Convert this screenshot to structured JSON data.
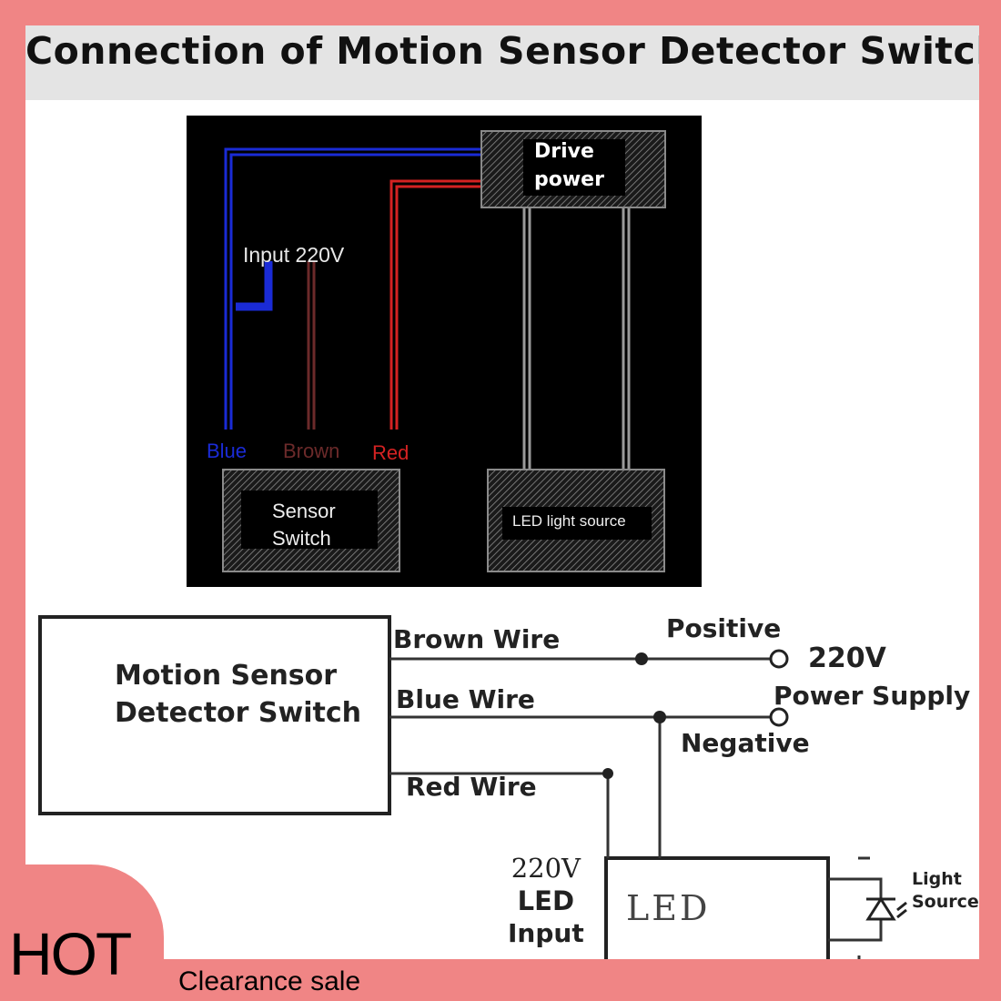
{
  "title": "Connection of Motion Sensor Detector Switch",
  "top_diagram": {
    "drive_power": [
      "Drive",
      "power"
    ],
    "input_label": "Input 220V",
    "wire_labels": {
      "blue": "Blue",
      "brown": "Brown",
      "red": "Red"
    },
    "sensor_switch": [
      "Sensor",
      "Switch"
    ],
    "led_source": "LED light source",
    "colors": {
      "blue": "#1a2bd6",
      "brown": "#6b2a2a",
      "red": "#d42222",
      "grey": "#9a9a9a"
    }
  },
  "schematic": {
    "box_label": [
      "Motion Sensor",
      "Detector Switch"
    ],
    "brown_wire": "Brown Wire",
    "blue_wire": "Blue Wire",
    "red_wire": "Red Wire",
    "positive": "Positive",
    "voltage": "220V",
    "power_supply": "Power Supply",
    "negative": "Negative",
    "led_input": [
      "220V",
      "LED",
      "Input"
    ],
    "led_box": "LED",
    "light_source": [
      "Light",
      "Source"
    ]
  },
  "badge": {
    "hot": "HOT",
    "clearance": "Clearance sale"
  }
}
